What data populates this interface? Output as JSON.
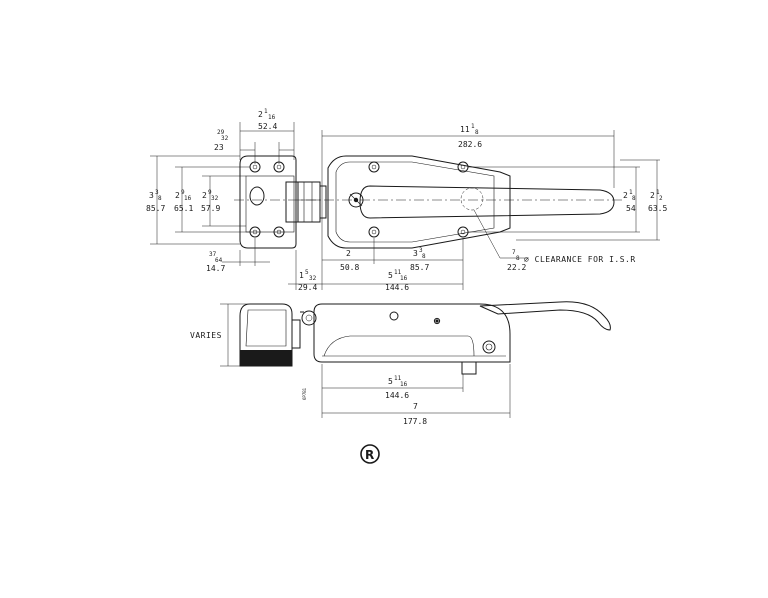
{
  "dimensions": {
    "top_width": {
      "fraction": "2",
      "sup": "1",
      "sub": "16",
      "mm": "52.4"
    },
    "hole_spacing_small": {
      "fraction": "",
      "sup": "29",
      "sub": "32",
      "mm": "23"
    },
    "overall_length": {
      "fraction": "11",
      "sup": "1",
      "sub": "8",
      "mm": "282.6"
    },
    "height_outer": {
      "fraction": "3",
      "sup": "3",
      "sub": "8",
      "mm": "85.7"
    },
    "height_mid": {
      "fraction": "2",
      "sup": "9",
      "sub": "16",
      "mm": "65.1"
    },
    "height_inner": {
      "fraction": "2",
      "sup": "9",
      "sub": "32",
      "mm": "57.9"
    },
    "small_offset": {
      "fraction": "",
      "sup": "37",
      "sub": "64",
      "mm": "14.7"
    },
    "latch_hole_spacing": {
      "fraction": "2",
      "mm": "50.8"
    },
    "latch_hole_span": {
      "fraction": "3",
      "sup": "3",
      "sub": "8",
      "mm": "85.7"
    },
    "handle_height": {
      "fraction": "2",
      "sup": "1",
      "sub": "8",
      "mm": "54"
    },
    "handle_height_outer": {
      "fraction": "2",
      "sup": "1",
      "sub": "2",
      "mm": "63.5"
    },
    "clearance": {
      "fraction": "",
      "sup": "7",
      "sub": "8",
      "mm": "22.2",
      "note": "∅ CLEARANCE FOR I.S.R"
    },
    "strike_offset": {
      "fraction": "1",
      "sup": "5",
      "sub": "32",
      "mm": "29.4"
    },
    "latch_length_top": {
      "fraction": "5",
      "sup": "11",
      "sub": "16",
      "mm": "144.6"
    },
    "latch_length_side": {
      "fraction": "5",
      "sup": "11",
      "sub": "16",
      "mm": "144.6"
    },
    "total_length_side": {
      "fraction": "7",
      "mm": "177.8"
    }
  },
  "labels": {
    "varies": "VARIES",
    "drawing_code": "6P7B1",
    "registered_mark": "R"
  }
}
